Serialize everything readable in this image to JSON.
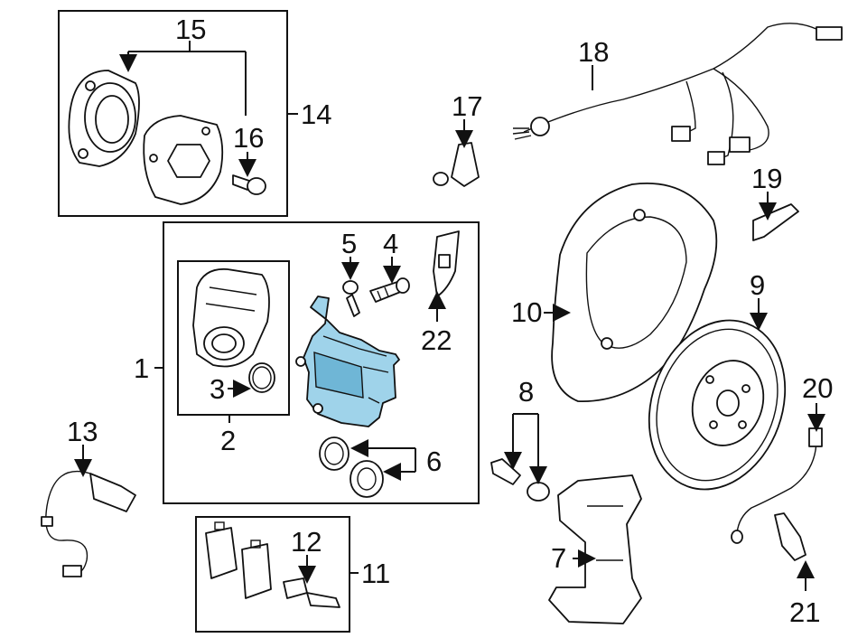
{
  "diagram": {
    "highlight_color": "#9fd3ea",
    "callouts": {
      "c1": "1",
      "c2": "2",
      "c3": "3",
      "c4": "4",
      "c5": "5",
      "c6": "6",
      "c7": "7",
      "c8": "8",
      "c9": "9",
      "c10": "10",
      "c11": "11",
      "c12": "12",
      "c13": "13",
      "c14": "14",
      "c15": "15",
      "c16": "16",
      "c17": "17",
      "c18": "18",
      "c19": "19",
      "c20": "20",
      "c21": "21",
      "c22": "22"
    }
  }
}
